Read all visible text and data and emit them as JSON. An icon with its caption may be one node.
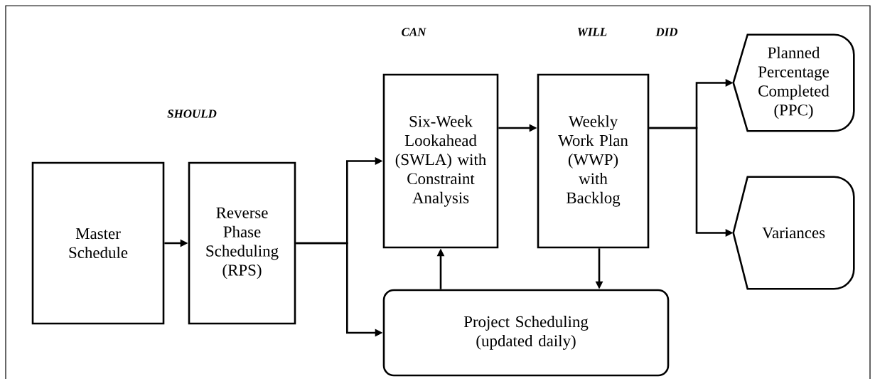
{
  "diagram": {
    "nodes": [
      {
        "text": [
          "Master Schedule"
        ]
      },
      {
        "text": [
          "Reverse Phase Scheduling (RPS)"
        ]
      },
      {
        "text": [
          "Six-Week Lookahead (SWLA) with Constraint Analysis"
        ]
      },
      {
        "text": [
          "Weekly Work Plan (WWP) with Backlog"
        ]
      },
      {
        "text": [
          "Project Scheduling (updated daily)"
        ]
      },
      {
        "text": [
          "Planned Percentage Completed (PPC)"
        ]
      },
      {
        "text": [
          "Variances"
        ]
      }
    ],
    "edges": [
      {
        "from": 0,
        "to": 1,
        "arrow": "to"
      },
      {
        "from": 1,
        "to": 2,
        "arrow": "to"
      },
      {
        "from": 1,
        "to": 4,
        "arrow": "to"
      },
      {
        "from": 2,
        "to": 3,
        "arrow": "to"
      },
      {
        "from": 4,
        "to": 2,
        "arrow": "to"
      },
      {
        "from": 3,
        "to": 4,
        "arrow": "to"
      },
      {
        "from": 3,
        "to": 5,
        "arrow": "to"
      },
      {
        "from": 3,
        "to": 6,
        "arrow": "to"
      }
    ],
    "labels": [
      "SHOULD",
      "CAN",
      "WILL",
      "DID"
    ]
  }
}
